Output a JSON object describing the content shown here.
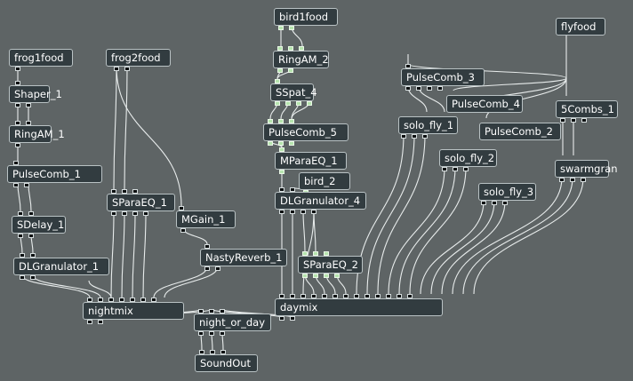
{
  "canvas_background": "#5e6465",
  "node_fill": "#323c40",
  "wire_color": "#e8ecec",
  "active_port_color": "#b6e4ae",
  "nodes": [
    {
      "id": "frog1food",
      "label": "frog1food"
    },
    {
      "id": "shaper_1",
      "label": "Shaper_1"
    },
    {
      "id": "ringam_1",
      "label": "RingAM_1"
    },
    {
      "id": "pulsecomb_1",
      "label": "PulseComb_1"
    },
    {
      "id": "sdelay_1",
      "label": "SDelay_1"
    },
    {
      "id": "dlgranulator_1",
      "label": "DLGranulator_1"
    },
    {
      "id": "frog2food",
      "label": "frog2food"
    },
    {
      "id": "sparaeq_1",
      "label": "SParaEQ_1"
    },
    {
      "id": "mgain_1",
      "label": "MGain_1"
    },
    {
      "id": "nastyreverb_1",
      "label": "NastyReverb_1"
    },
    {
      "id": "nightmix",
      "label": "nightmix"
    },
    {
      "id": "night_or_day",
      "label": "night_or_day"
    },
    {
      "id": "soundout",
      "label": "SoundOut"
    },
    {
      "id": "bird1food",
      "label": "bird1food"
    },
    {
      "id": "ringam_2",
      "label": "RingAM_2"
    },
    {
      "id": "sspat_4",
      "label": "SSpat_4"
    },
    {
      "id": "pulsecomb_5",
      "label": "PulseComb_5"
    },
    {
      "id": "mparaeq_1",
      "label": "MParaEQ_1"
    },
    {
      "id": "bird_2",
      "label": "bird_2"
    },
    {
      "id": "dlgranulator_4",
      "label": "DLGranulator_4"
    },
    {
      "id": "sparaeq_2",
      "label": "SParaEQ_2"
    },
    {
      "id": "daymix",
      "label": "daymix"
    },
    {
      "id": "pulsecomb_3",
      "label": "PulseComb_3"
    },
    {
      "id": "pulsecomb_4",
      "label": "PulseComb_4"
    },
    {
      "id": "pulsecomb_2",
      "label": "PulseComb_2"
    },
    {
      "id": "solo_fly_1",
      "label": "solo_fly_1"
    },
    {
      "id": "solo_fly_2",
      "label": "solo_fly_2"
    },
    {
      "id": "solo_fly_3",
      "label": "solo_fly_3"
    },
    {
      "id": "flyfood",
      "label": "flyfood"
    },
    {
      "id": "5combs_1",
      "label": "5Combs_1"
    },
    {
      "id": "swarmgran",
      "label": "swarmgran"
    }
  ],
  "connections": [
    [
      "frog1food",
      "shaper_1"
    ],
    [
      "shaper_1",
      "ringam_1"
    ],
    [
      "ringam_1",
      "pulsecomb_1"
    ],
    [
      "pulsecomb_1",
      "sdelay_1"
    ],
    [
      "sdelay_1",
      "dlgranulator_1"
    ],
    [
      "dlgranulator_1",
      "nightmix"
    ],
    [
      "frog2food",
      "sparaeq_1"
    ],
    [
      "frog2food",
      "mgain_1"
    ],
    [
      "sparaeq_1",
      "nightmix"
    ],
    [
      "mgain_1",
      "nastyreverb_1"
    ],
    [
      "nastyreverb_1",
      "nightmix"
    ],
    [
      "nightmix",
      "night_or_day"
    ],
    [
      "night_or_day",
      "soundout"
    ],
    [
      "daymix",
      "night_or_day"
    ],
    [
      "bird1food",
      "ringam_2"
    ],
    [
      "ringam_2",
      "sspat_4"
    ],
    [
      "sspat_4",
      "pulsecomb_5"
    ],
    [
      "pulsecomb_5",
      "mparaeq_1"
    ],
    [
      "mparaeq_1",
      "dlgranulator_4"
    ],
    [
      "bird_2",
      "dlgranulator_4"
    ],
    [
      "dlgranulator_4",
      "sparaeq_2"
    ],
    [
      "dlgranulator_4",
      "daymix"
    ],
    [
      "sparaeq_2",
      "daymix"
    ],
    [
      "pulsecomb_3",
      "solo_fly_1"
    ],
    [
      "pulsecomb_4",
      "solo_fly_2"
    ],
    [
      "pulsecomb_2",
      "solo_fly_3"
    ],
    [
      "solo_fly_1",
      "daymix"
    ],
    [
      "solo_fly_2",
      "daymix"
    ],
    [
      "solo_fly_3",
      "daymix"
    ],
    [
      "flyfood",
      "5combs_1"
    ],
    [
      "5combs_1",
      "pulsecomb_3"
    ],
    [
      "5combs_1",
      "pulsecomb_4"
    ],
    [
      "5combs_1",
      "pulsecomb_2"
    ],
    [
      "5combs_1",
      "swarmgran"
    ],
    [
      "swarmgran",
      "daymix"
    ]
  ]
}
